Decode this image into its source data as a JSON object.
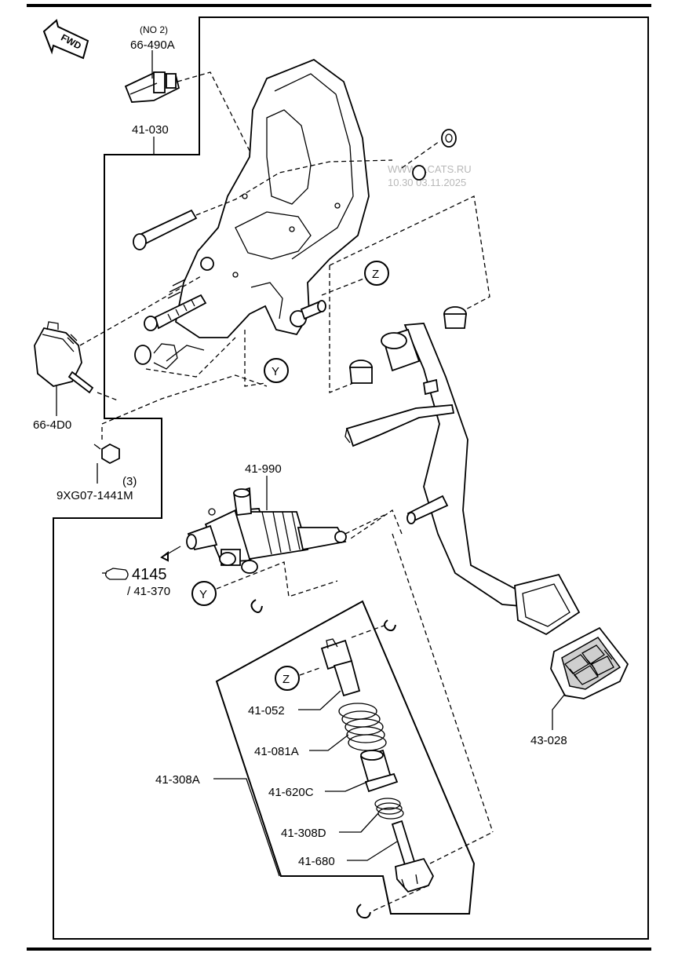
{
  "diagram": {
    "fwd_label": "FWD",
    "watermark": [
      "WWW.ILCATS.RU",
      "10.30 03.11.2025"
    ],
    "callouts": {
      "no2": "(NO 2)",
      "p66_490A": "66-490A",
      "p41_030": "41-030",
      "p66_4D0": "66-4D0",
      "qty3": "(3)",
      "p9XG07": "9XG07-1441M",
      "p41_990": "41-990",
      "p4145": "4145",
      "p41_370": "/ 41-370",
      "ref_Y": "Y",
      "ref_Z": "Z",
      "p41_052": "41-052",
      "p41_081A": "41-081A",
      "p41_308A": "41-308A",
      "p41_620C": "41-620C",
      "p41_308D": "41-308D",
      "p41_680": "41-680",
      "p43_028": "43-028"
    }
  }
}
